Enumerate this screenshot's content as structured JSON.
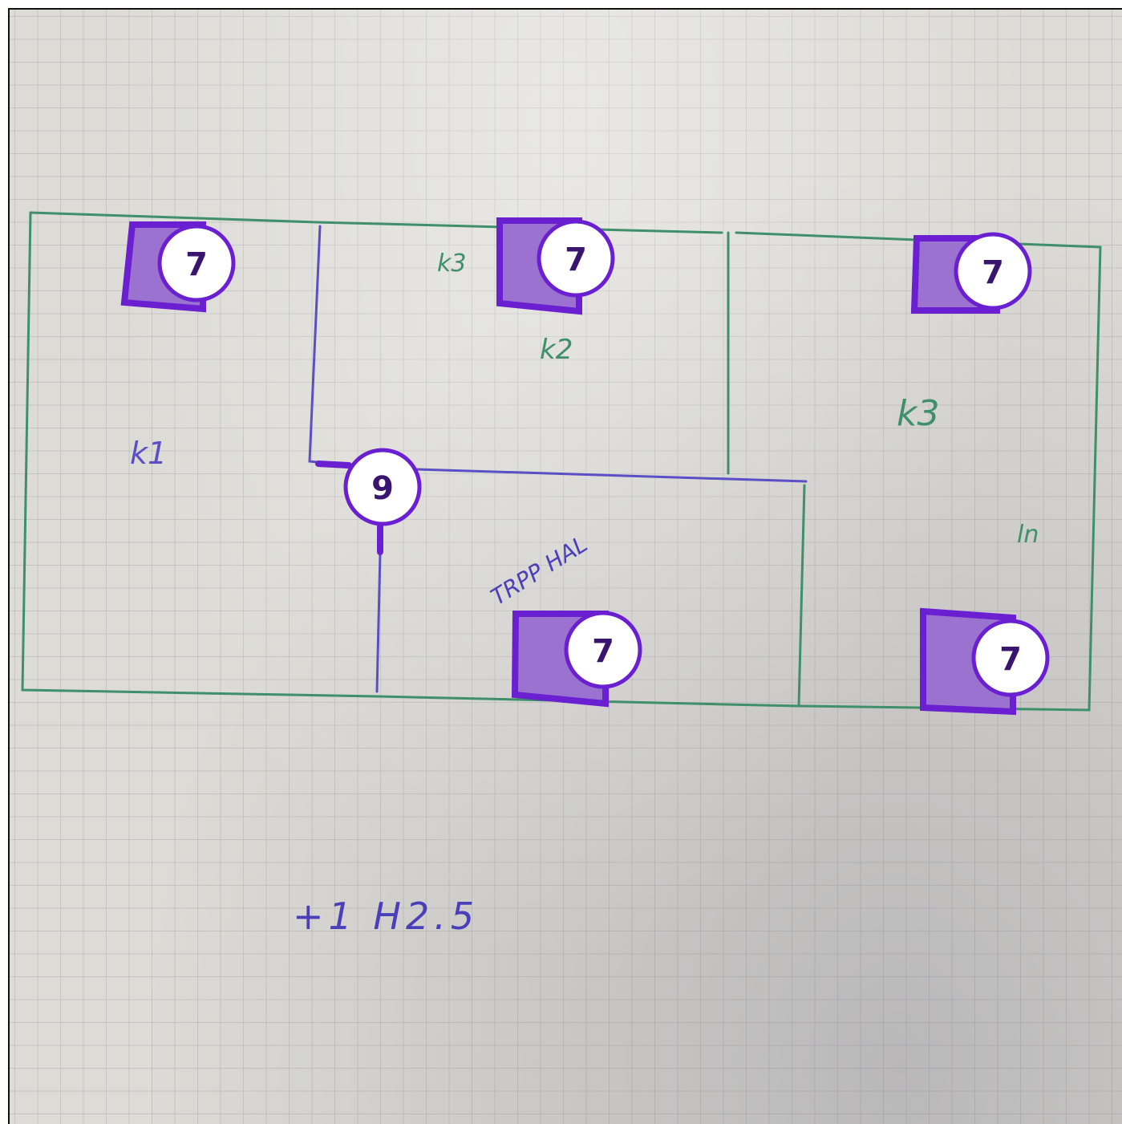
{
  "labels": {
    "room_k1": "k1",
    "room_k2": "k2",
    "room_k3": "k3",
    "small_note_top": "k3",
    "stair_hall": "TRPP HAL",
    "right_mark": "ln",
    "floor_note": "+1 H2.5"
  },
  "markers": [
    {
      "id": "marker-1",
      "number": "7"
    },
    {
      "id": "marker-2",
      "number": "7"
    },
    {
      "id": "marker-3",
      "number": "7"
    },
    {
      "id": "marker-4",
      "number": "7"
    },
    {
      "id": "marker-5",
      "number": "7"
    },
    {
      "id": "marker-6",
      "number": "9"
    }
  ],
  "colors": {
    "green_ink": "#3f8f6a",
    "blue_ink": "#5a4fc4",
    "marker_stroke": "#6a1fd0",
    "marker_fill": "#9b72cf",
    "marker_circle_fill": "#ffffff"
  }
}
